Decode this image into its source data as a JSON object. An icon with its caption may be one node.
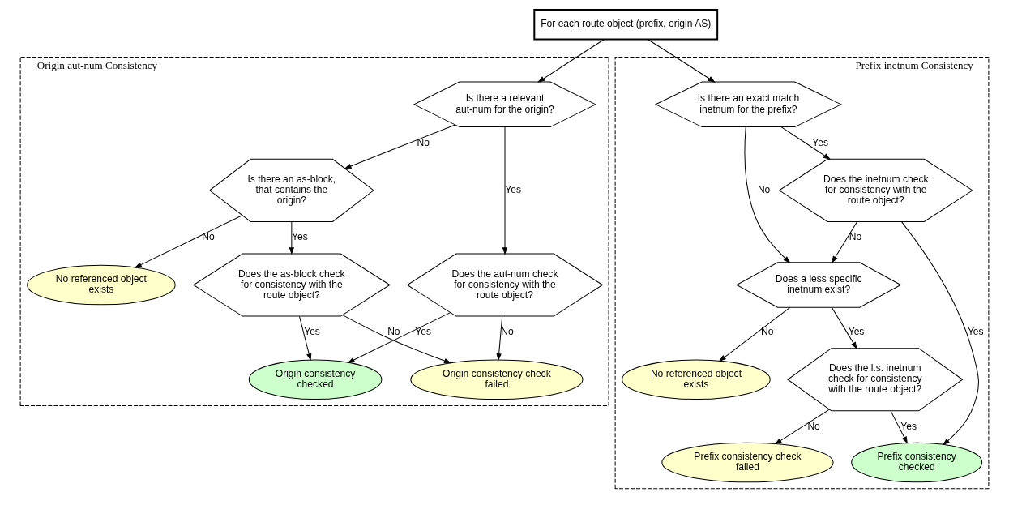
{
  "diagram": {
    "nodes": [
      {
        "text": [
          "For each route object (prefix, origin AS)"
        ]
      },
      {
        "text": [
          "Origin aut-num Consistency"
        ]
      },
      {
        "text": [
          "Is there a relevant aut-num for the origin?"
        ],
        "in": 1
      },
      {
        "text": [
          "Does the aut-num check for consistency with the route object?"
        ],
        "in": 1
      },
      {
        "text": [
          "Is there an as-block, that contains the origin?"
        ],
        "in": 1
      },
      {
        "text": [
          "Does the as-block check for consistency with the route object?"
        ],
        "in": 1
      },
      {
        "text": [
          "Origin consistency checked"
        ],
        "in": 1
      },
      {
        "text": [
          "Origin consistency check failed"
        ],
        "in": 1
      },
      {
        "text": [
          "No referenced object exists"
        ],
        "in": 1
      },
      {
        "text": [
          "Prefix inetnum Consistency"
        ]
      },
      {
        "text": [
          "Is there an exact match inetnum for the prefix?"
        ],
        "in": 9
      },
      {
        "text": [
          "Does the inetnum check for consistency with the route object?"
        ],
        "in": 9
      },
      {
        "text": [
          "Does a less specific inetnum exist?"
        ],
        "in": 9
      },
      {
        "text": [
          "Does the l.s. inetnum check for consistency with the route object?"
        ],
        "in": 9
      },
      {
        "text": [
          "Prefix consistency checked"
        ],
        "in": 9
      },
      {
        "text": [
          "Prefix consistency check failed"
        ],
        "in": 9
      },
      {
        "text": [
          "No referenced object exists"
        ],
        "in": 9
      }
    ],
    "edges": [
      {
        "from": 0,
        "to": 2,
        "arrow": "to"
      },
      {
        "from": 0,
        "to": 10,
        "arrow": "to"
      },
      {
        "from": 2,
        "to": 3,
        "arrow": "to",
        "label": "Yes"
      },
      {
        "from": 2,
        "to": 4,
        "arrow": "to",
        "label": "No"
      },
      {
        "from": 3,
        "to": 6,
        "arrow": "to",
        "label": "Yes"
      },
      {
        "from": 3,
        "to": 7,
        "arrow": "to",
        "label": "No"
      },
      {
        "from": 4,
        "to": 5,
        "arrow": "to",
        "label": "Yes"
      },
      {
        "from": 4,
        "to": 8,
        "arrow": "to",
        "label": "No"
      },
      {
        "from": 5,
        "to": 6,
        "arrow": "to",
        "label": "Yes"
      },
      {
        "from": 5,
        "to": 7,
        "arrow": "to",
        "label": "No"
      },
      {
        "from": 10,
        "to": 11,
        "arrow": "to",
        "label": "Yes"
      },
      {
        "from": 10,
        "to": 12,
        "arrow": "to",
        "label": "No"
      },
      {
        "from": 11,
        "to": 12,
        "arrow": "to",
        "label": "No"
      },
      {
        "from": 11,
        "to": 14,
        "arrow": "to",
        "label": "Yes"
      },
      {
        "from": 12,
        "to": 13,
        "arrow": "to",
        "label": "Yes"
      },
      {
        "from": 12,
        "to": 16,
        "arrow": "to",
        "label": "No"
      },
      {
        "from": 13,
        "to": 14,
        "arrow": "to",
        "label": "Yes"
      },
      {
        "from": 13,
        "to": 15,
        "arrow": "to",
        "label": "No"
      }
    ]
  }
}
